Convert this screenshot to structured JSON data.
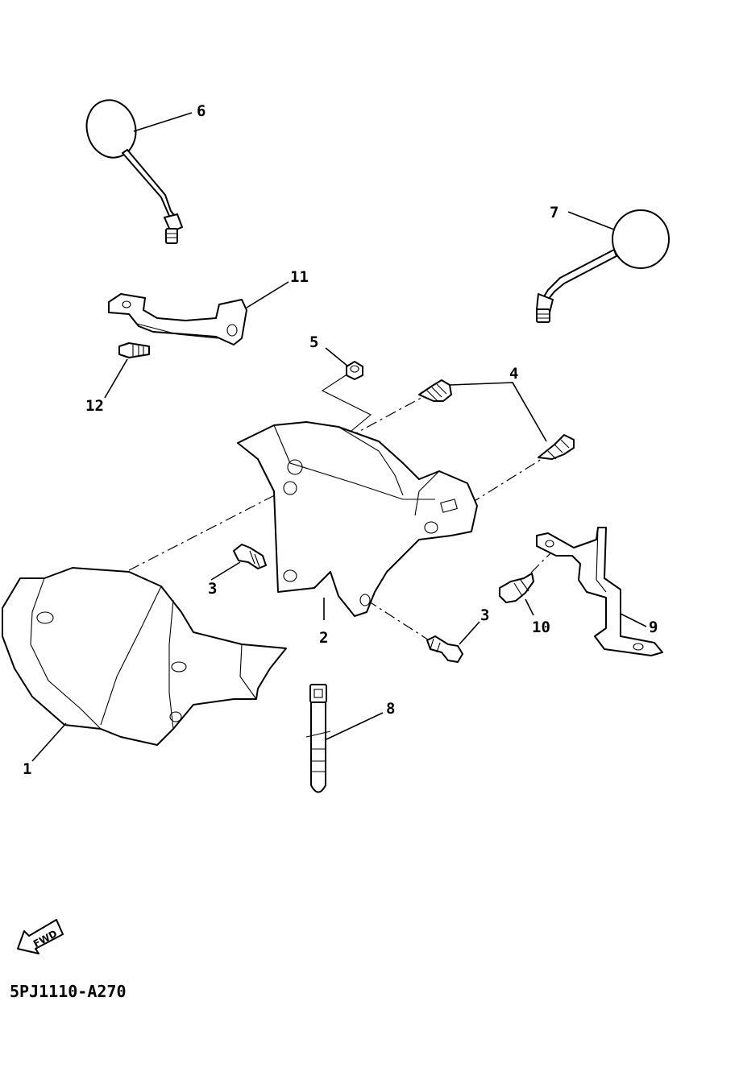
{
  "diagram": {
    "callouts": {
      "part_1": "1",
      "part_2": "2",
      "part_3a": "3",
      "part_3b": "3",
      "part_4": "4",
      "part_5": "5",
      "part_6": "6",
      "part_7": "7",
      "part_8": "8",
      "part_9": "9",
      "part_10": "10",
      "part_11": "11",
      "part_12": "12"
    },
    "fwd_label": "FWD",
    "diagram_code": "5PJ1110-A270"
  }
}
